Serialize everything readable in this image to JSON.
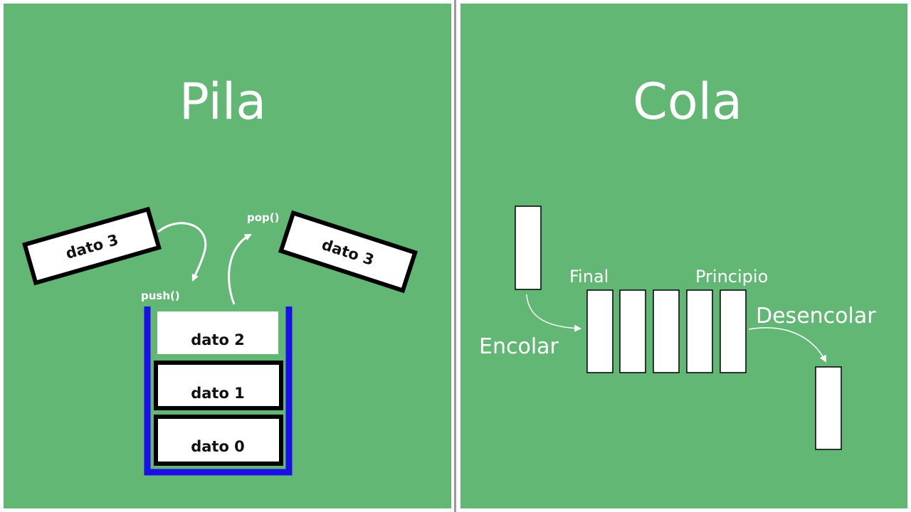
{
  "pila": {
    "title": "Pila",
    "push_label": "push()",
    "pop_label": "pop()",
    "incoming_item": "dato 3",
    "outgoing_item": "dato 3",
    "stack_items": [
      "dato 2",
      "dato 1",
      "dato 0"
    ]
  },
  "cola": {
    "title": "Cola",
    "final_label": "Final",
    "principio_label": "Principio",
    "encolar_label": "Encolar",
    "desencolar_label": "Desencolar",
    "queue_slots": 5
  },
  "colors": {
    "background": "#62b775",
    "stack_container": "#1a0fe6",
    "box_fill": "#ffffff",
    "box_border": "#000000",
    "text_light": "#ffffff"
  }
}
